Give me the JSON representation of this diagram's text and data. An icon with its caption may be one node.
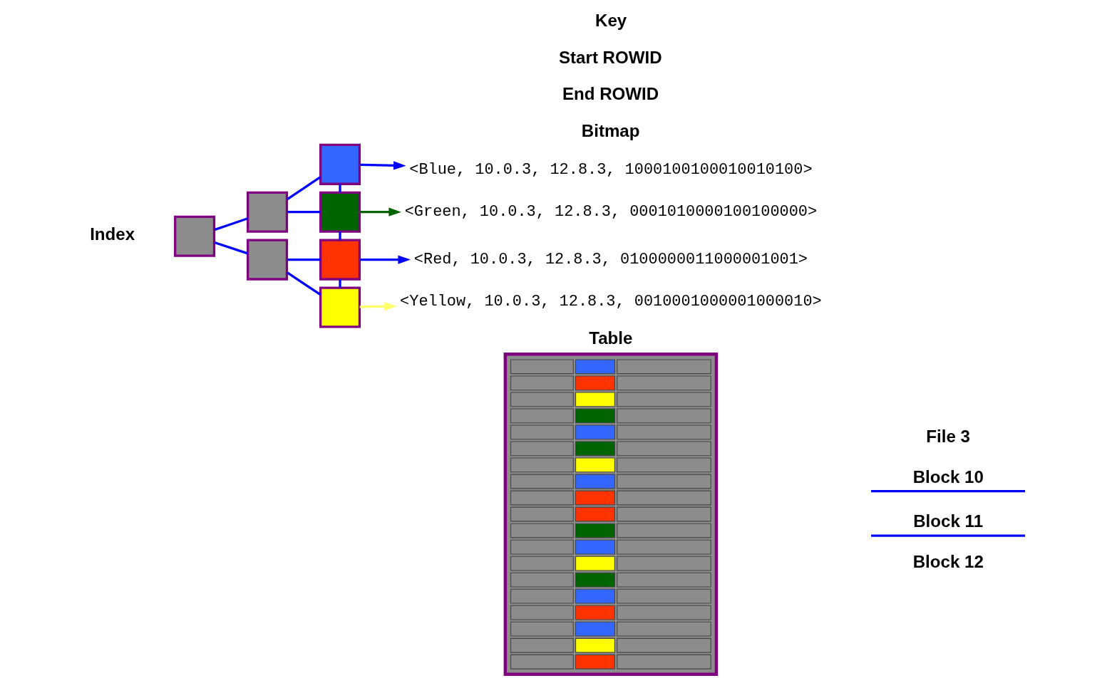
{
  "diagram": {
    "nodes": [
      {
        "text": [],
        "shape": "box"
      },
      {
        "text": [],
        "shape": "box"
      },
      {
        "text": [],
        "shape": "box"
      },
      {
        "text": [],
        "shape": "box"
      },
      {
        "text": [],
        "shape": "box"
      },
      {
        "text": [],
        "shape": "box"
      },
      {
        "text": [],
        "shape": "box"
      },
      {
        "text": [
          "Table"
        ]
      },
      {
        "text": [
          "<Blue, 10.0.3, 12.8.3, 1000100100010010100>"
        ]
      },
      {
        "text": [
          "<Green, 10.0.3, 12.8.3, 0001010000100100000>"
        ]
      },
      {
        "text": [
          "<Red, 10.0.3, 12.8.3, 0100000011000001001>"
        ]
      },
      {
        "text": [
          "<Yellow, 10.0.3, 12.8.3, 0010001000001000010>"
        ]
      }
    ],
    "edges": [
      {
        "from": 0,
        "to": 1,
        "arrow": "none"
      },
      {
        "from": 0,
        "to": 2,
        "arrow": "none"
      },
      {
        "from": 1,
        "to": 3,
        "arrow": "none"
      },
      {
        "from": 1,
        "to": 4,
        "arrow": "none"
      },
      {
        "from": 2,
        "to": 5,
        "arrow": "none"
      },
      {
        "from": 2,
        "to": 6,
        "arrow": "none"
      },
      {
        "from": 3,
        "to": 4,
        "arrow": "none"
      },
      {
        "from": 4,
        "to": 5,
        "arrow": "none"
      },
      {
        "from": 5,
        "to": 6,
        "arrow": "none"
      },
      {
        "from": 3,
        "to": 8,
        "arrow": "to"
      },
      {
        "from": 4,
        "to": 9,
        "arrow": "to",
        "color": "#006400"
      },
      {
        "from": 5,
        "to": 10,
        "arrow": "to"
      },
      {
        "from": 6,
        "to": 11,
        "arrow": "to",
        "color": "#ffff66"
      }
    ],
    "labels": [
      "Index",
      "File 3",
      "Block 10",
      "Block 11",
      "Block 12",
      "Key",
      "Start ROWID",
      "End ROWID",
      "Bitmap"
    ]
  }
}
